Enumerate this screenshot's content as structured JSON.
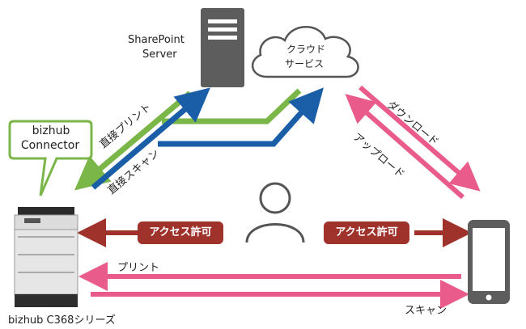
{
  "connector_callout": {
    "line1": "bizhub",
    "line2": "Connector"
  },
  "server": {
    "line1": "SharePoint",
    "line2": "Server"
  },
  "cloud": {
    "line1": "クラウド",
    "line2": "サービス"
  },
  "mfp_label": "bizhub C368シリーズ",
  "flows": {
    "direct_print": "直接プリント",
    "direct_scan": "直接スキャン",
    "download": "ダウンロード",
    "upload": "アップロード",
    "access_left": "アクセス許可",
    "access_right": "アクセス許可",
    "print": "プリント",
    "scan": "スキャン"
  },
  "colors": {
    "green": "#7ab648",
    "blue": "#1a5ea8",
    "pink": "#e85b8a",
    "darkred": "#a0322c",
    "gray": "#5d5d5d"
  }
}
